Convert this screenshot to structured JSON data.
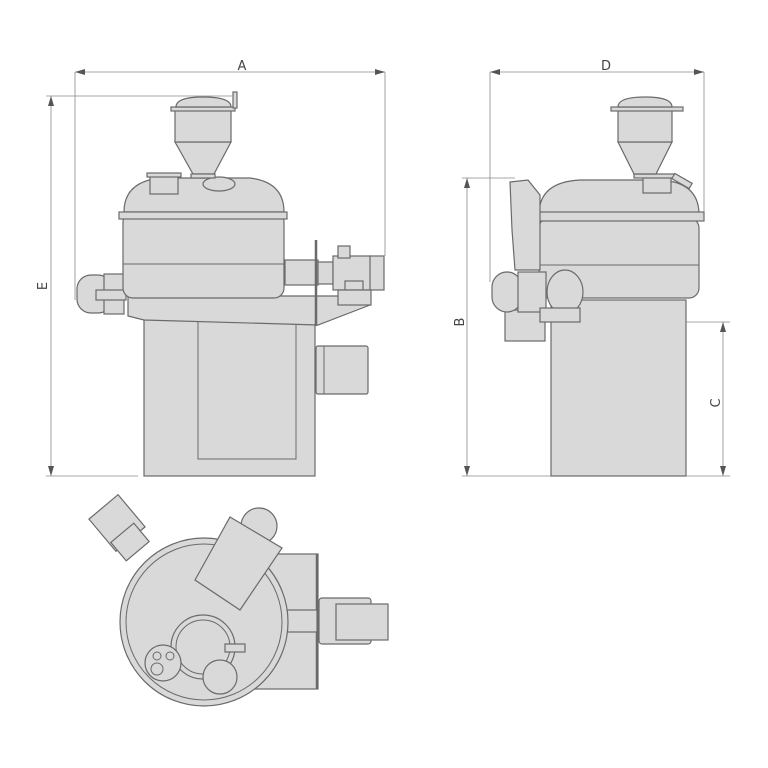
{
  "dimensions": {
    "A": "A",
    "B": "B",
    "C": "C",
    "D": "D",
    "E": "E"
  },
  "colors": {
    "fill": "#d9d9d9",
    "stroke": "#6a6a6a",
    "dimension_line": "#8a8a8a"
  }
}
